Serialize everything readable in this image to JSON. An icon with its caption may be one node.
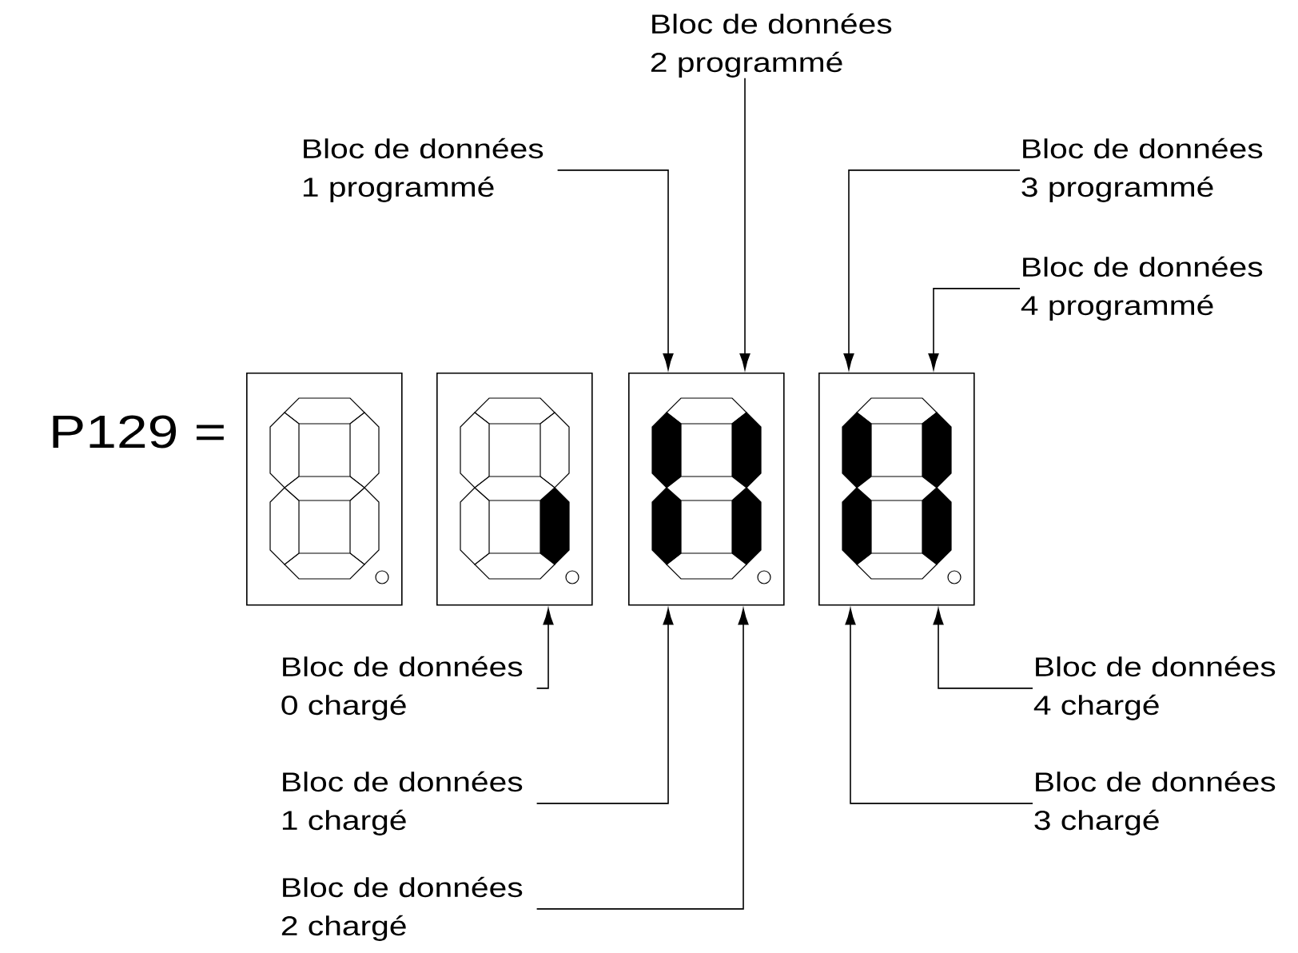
{
  "diagram": {
    "nodes": [
      {
        "text": [
          "Bloc de données 2 programmé"
        ]
      },
      {
        "text": [
          "Bloc de données 1 programmé"
        ]
      },
      {
        "text": [
          "Bloc de données 3 programmé"
        ]
      },
      {
        "text": [
          "Bloc de données 4 programmé"
        ]
      },
      {
        "text": [],
        "shape": "box"
      },
      {
        "text": [],
        "shape": "box"
      },
      {
        "text": [],
        "shape": "box"
      },
      {
        "text": [],
        "shape": "box"
      },
      {
        "text": [
          "Bloc de données 0 chargé"
        ]
      },
      {
        "text": [
          "Bloc de données 4 chargé"
        ]
      },
      {
        "text": [
          "Bloc de données 1 chargé"
        ]
      },
      {
        "text": [
          "Bloc de données 3 chargé"
        ]
      },
      {
        "text": [
          "Bloc de données 2 chargé"
        ]
      }
    ],
    "edges": [
      {
        "from": 1,
        "to": 6,
        "arrow": "to"
      },
      {
        "from": 0,
        "to": 6,
        "arrow": "to"
      },
      {
        "from": 2,
        "to": 7,
        "arrow": "to"
      },
      {
        "from": 3,
        "to": 7,
        "arrow": "to"
      },
      {
        "from": 8,
        "to": 5,
        "arrow": "to"
      },
      {
        "from": 10,
        "to": 6,
        "arrow": "to"
      },
      {
        "from": 12,
        "to": 6,
        "arrow": "to"
      },
      {
        "from": 11,
        "to": 7,
        "arrow": "to"
      },
      {
        "from": 9,
        "to": 7,
        "arrow": "to"
      }
    ],
    "labels": [
      "P129 ="
    ]
  }
}
